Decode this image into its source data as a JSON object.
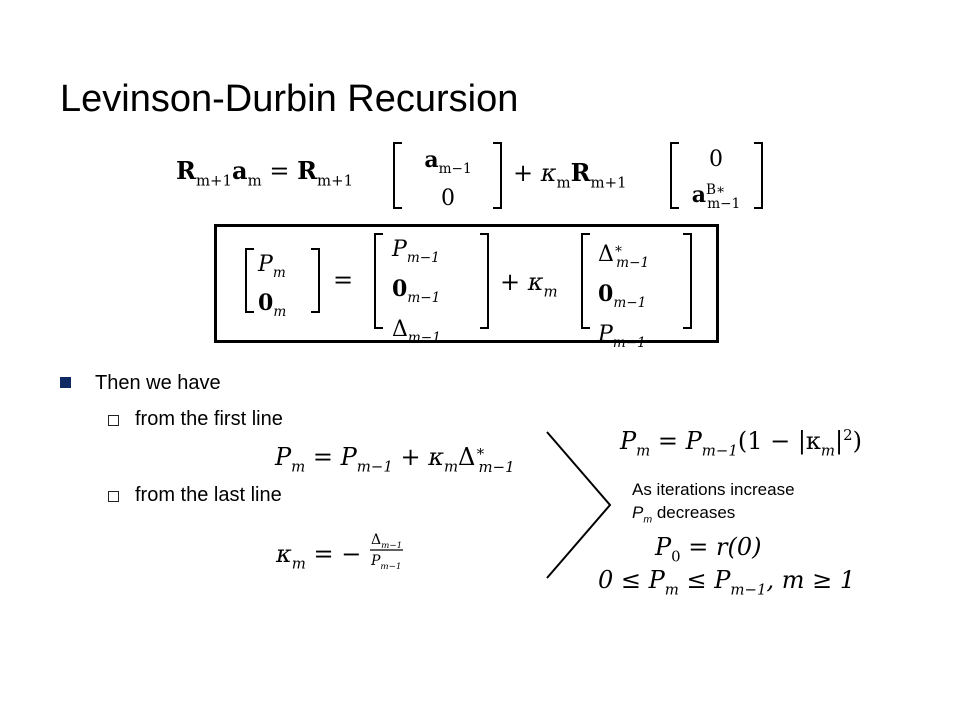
{
  "slide": {
    "title": "Levinson-Durbin Recursion",
    "bullets": [
      {
        "text": "Then we have"
      },
      {
        "text": "from the first line"
      },
      {
        "text": "from the last line"
      }
    ],
    "note": {
      "line1": "As iterations increase",
      "line2_var": "P",
      "line2_sub": "m",
      "line2_rest": " decreases"
    },
    "equations": {
      "eq1_lhs": "R",
      "eq1_lhs_sub": "m+1",
      "eq1_a": "a",
      "eq1_a_sub": "m",
      "eq1_eq": "=",
      "eq1_r2": "R",
      "eq1_r2_sub": "m+1",
      "eq1_vec1_top": "a",
      "eq1_vec1_top_sub": "m−1",
      "eq1_vec1_bot": "0",
      "eq1_plus": "+ κ",
      "eq1_kappa_sub": "m",
      "eq1_r3": "R",
      "eq1_r3_sub": "m+1",
      "eq1_vec2_top": "0",
      "eq1_vec2_bot": "a",
      "eq1_vec2_bot_sup": "B∗",
      "eq1_vec2_bot_sub": "m−1",
      "box_lhs_top": "P",
      "box_lhs_top_sub": "m",
      "box_lhs_bot": "0",
      "box_lhs_bot_sub": "m",
      "box_eq": "=",
      "box_v1_top": "P",
      "box_v1_top_sub": "m−1",
      "box_v1_mid": "0",
      "box_v1_mid_sub": "m−1",
      "box_v1_bot": "Δ",
      "box_v1_bot_sub": "m−1",
      "box_plus": "+ κ",
      "box_kappa_sub": "m",
      "box_v2_top": "Δ",
      "box_v2_top_sup": "∗",
      "box_v2_top_sub": "m−1",
      "box_v2_mid": "0",
      "box_v2_mid_sub": "m−1",
      "box_v2_bot": "P",
      "box_v2_bot_sub": "m−1",
      "first_line_eq": "P",
      "first_line_tail": " = P",
      "first_line_tail_sub": "m−1",
      "first_line_plus": " + κ",
      "first_line_kappa_sub": "m",
      "first_line_delta": "Δ",
      "first_line_delta_sup": "∗",
      "first_line_delta_sub": "m−1",
      "last_line_kappa": "κ",
      "last_line_kappa_sub": "m",
      "last_line_eq": " = −",
      "last_line_num": "Δ",
      "last_line_num_sub": "m−1",
      "last_line_den": "P",
      "last_line_den_sub": "m−1",
      "result1": "P",
      "result1_sub": "m",
      "result1_mid": " = P",
      "result1_mid_sub": "m−1",
      "result1_rest": "(1 − |κ",
      "result1_k_sub": "m",
      "result1_end": "|",
      "result1_sq": "2",
      "result1_close": ")",
      "result2": "P",
      "result2_sub": "0",
      "result2_rest": " = r(0)",
      "result3_a": "0 ≤ P",
      "result3_sub1": "m",
      "result3_b": " ≤ P",
      "result3_sub2": "m−1",
      "result3_c": ",  m ≥ 1"
    }
  }
}
